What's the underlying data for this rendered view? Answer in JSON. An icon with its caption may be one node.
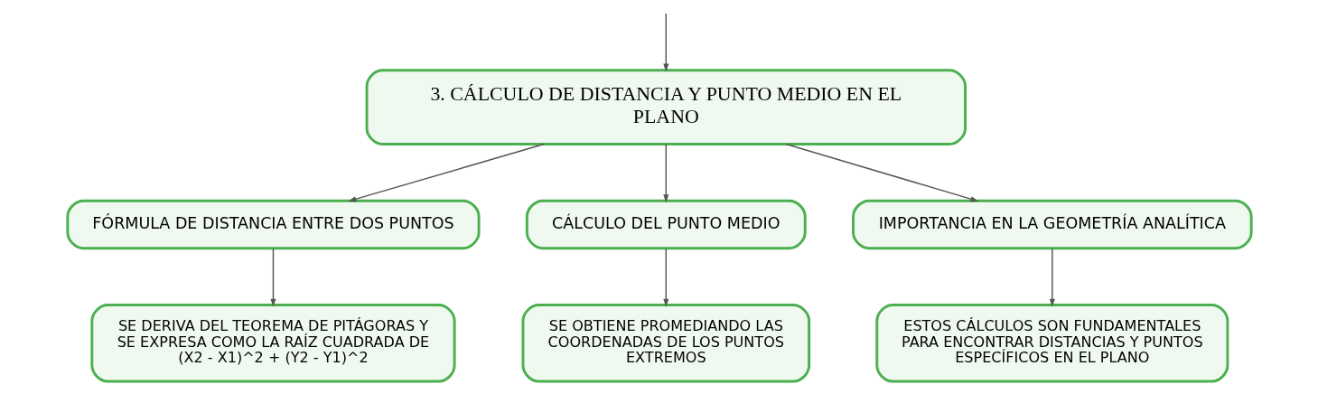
{
  "diagram": {
    "nodes": [
      {
        "text": [
          "3. CÁLCULO DE DISTANCIA Y PUNTO MEDIO EN EL PLANO"
        ]
      },
      {
        "text": [
          "FÓRMULA DE DISTANCIA ENTRE DOS PUNTOS"
        ]
      },
      {
        "text": [
          "CÁLCULO DEL PUNTO MEDIO"
        ]
      },
      {
        "text": [
          "IMPORTANCIA EN LA GEOMETRÍA ANALÍTICA"
        ]
      },
      {
        "text": [
          "SE DERIVA DEL TEOREMA DE PITÁGORAS Y SE EXPRESA COMO LA RAÍZ CUADRADA DE (X2 - X1)^2 + (Y2 - Y1)^2"
        ]
      },
      {
        "text": [
          "SE OBTIENE PROMEDIANDO LAS COORDENADAS DE LOS PUNTOS EXTREMOS"
        ]
      },
      {
        "text": [
          "ESTOS CÁLCULOS SON FUNDAMENTALES PARA ENCONTRAR DISTANCIAS Y PUNTOS ESPECÍFICOS EN EL PLANO"
        ]
      }
    ],
    "edges": [
      {
        "from": null,
        "to": 0,
        "arrow": "to"
      },
      {
        "from": 0,
        "to": 1,
        "arrow": "to"
      },
      {
        "from": 0,
        "to": 2,
        "arrow": "to"
      },
      {
        "from": 0,
        "to": 3,
        "arrow": "to"
      },
      {
        "from": 1,
        "to": 4,
        "arrow": "to"
      },
      {
        "from": 2,
        "to": 5,
        "arrow": "to"
      },
      {
        "from": 3,
        "to": 6,
        "arrow": "to"
      }
    ]
  }
}
